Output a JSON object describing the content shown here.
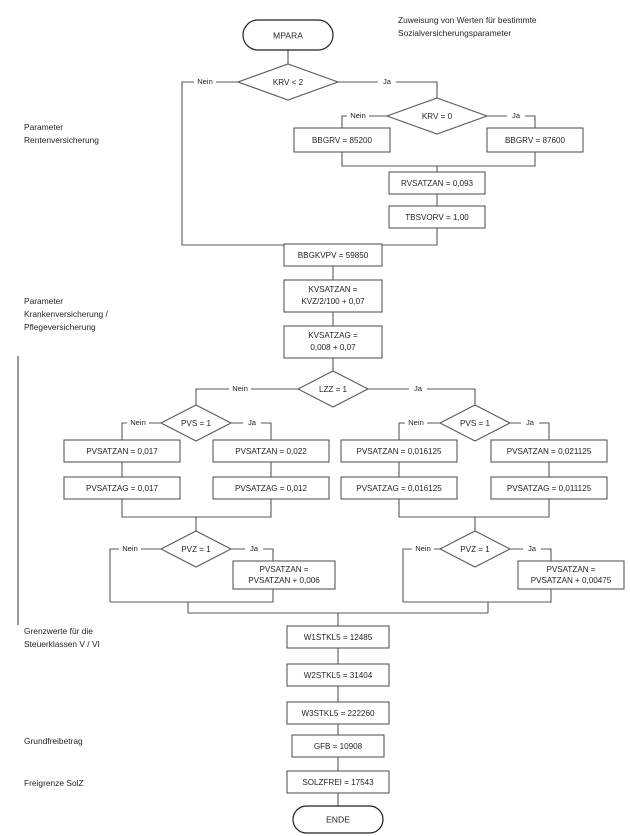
{
  "diagram": {
    "title_caption": [
      "Zuweisung von Werten für bestimmte",
      "Sozialversicherungsparameter"
    ],
    "start_label": "MPARA",
    "end_label": "ENDE",
    "edge_labels": {
      "yes": "Ja",
      "no": "Nein"
    },
    "section_labels": [
      {
        "id": "rv",
        "lines": [
          "Parameter",
          "Rentenversicherung"
        ]
      },
      {
        "id": "kvpv",
        "lines": [
          "Parameter",
          "Krankenversicherung /",
          "Pflegeversicherung"
        ]
      },
      {
        "id": "grenzwerte",
        "lines": [
          "Grenzwerte für die",
          "Steuerklassen V / VI"
        ]
      },
      {
        "id": "gfb",
        "lines": [
          "Grundfreibetrag"
        ]
      },
      {
        "id": "solz",
        "lines": [
          "Freigrenze SolZ"
        ]
      }
    ],
    "decisions": [
      {
        "id": "krv-lt-2",
        "label": "KRV < 2"
      },
      {
        "id": "krv-eq-0",
        "label": "KRV = 0"
      },
      {
        "id": "lzz-eq-1",
        "label": "LZZ = 1"
      },
      {
        "id": "pvs-eq-1-left",
        "label": "PVS = 1"
      },
      {
        "id": "pvs-eq-1-right",
        "label": "PVS = 1"
      },
      {
        "id": "pvz-eq-1-left",
        "label": "PVZ = 1"
      },
      {
        "id": "pvz-eq-1-right",
        "label": "PVZ = 1"
      }
    ],
    "processes": [
      {
        "id": "bbgrv-85200",
        "lines": [
          "BBGRV = 85200"
        ]
      },
      {
        "id": "bbgrv-87600",
        "lines": [
          "BBGRV = 87600"
        ]
      },
      {
        "id": "rvsatzan",
        "lines": [
          "RVSATZAN = 0,093"
        ]
      },
      {
        "id": "tbsvorv",
        "lines": [
          "TBSVORV = 1,00"
        ]
      },
      {
        "id": "bbgkvpv",
        "lines": [
          "BBGKVPV = 59850"
        ]
      },
      {
        "id": "kvsatzan",
        "lines": [
          "KVSATZAN =",
          "KVZ/2/100 + 0,07"
        ]
      },
      {
        "id": "kvsatzag",
        "lines": [
          "KVSATZAG =",
          "0,008 + 0,07"
        ]
      },
      {
        "id": "pvsatzan-0017",
        "lines": [
          "PVSATZAN = 0,017"
        ]
      },
      {
        "id": "pvsatzag-0017",
        "lines": [
          "PVSATZAG = 0,017"
        ]
      },
      {
        "id": "pvsatzan-0022",
        "lines": [
          "PVSATZAN = 0,022"
        ]
      },
      {
        "id": "pvsatzag-0012",
        "lines": [
          "PVSATZAG = 0,012"
        ]
      },
      {
        "id": "pvsatzan-0016125",
        "lines": [
          "PVSATZAN = 0,016125"
        ]
      },
      {
        "id": "pvsatzag-0016125",
        "lines": [
          "PVSATZAG = 0,016125"
        ]
      },
      {
        "id": "pvsatzan-0021125",
        "lines": [
          "PVSATZAN = 0,021125"
        ]
      },
      {
        "id": "pvsatzag-0011125",
        "lines": [
          "PVSATZAG = 0,011125"
        ]
      },
      {
        "id": "pvsatzan-plus-0006",
        "lines": [
          "PVSATZAN =",
          "PVSATZAN + 0,006"
        ]
      },
      {
        "id": "pvsatzan-plus-000475",
        "lines": [
          "PVSATZAN =",
          "PVSATZAN + 0,00475"
        ]
      },
      {
        "id": "w1stkl5",
        "lines": [
          "W1STKL5 = 12485"
        ]
      },
      {
        "id": "w2stkl5",
        "lines": [
          "W2STKL5 = 31404"
        ]
      },
      {
        "id": "w3stkl5",
        "lines": [
          "W3STKL5 = 222260"
        ]
      },
      {
        "id": "gfb",
        "lines": [
          "GFB = 10908"
        ]
      },
      {
        "id": "solzfrei",
        "lines": [
          "SOLZFREI = 17543"
        ]
      }
    ]
  }
}
